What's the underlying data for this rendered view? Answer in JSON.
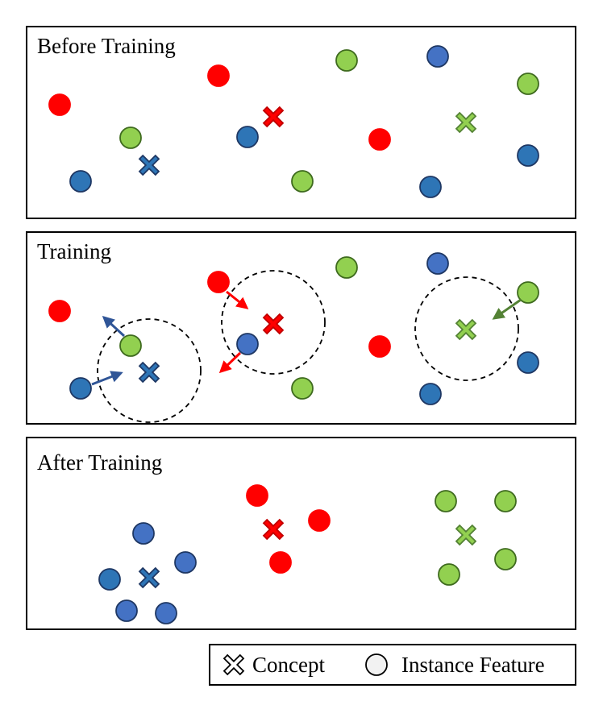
{
  "colors": {
    "red": "#ff0000",
    "blue_light": "#4472c4",
    "blue_dark": "#2e75b6",
    "green": "#92d050",
    "green_stroke": "#548235",
    "blue_stroke": "#1f3864",
    "red_stroke": "#c00000",
    "blue_arrow": "#2f5597",
    "green_arrow": "#548235",
    "red_arrow": "#ff0000"
  },
  "panels": [
    {
      "title": "Before Training"
    },
    {
      "title": "Training"
    },
    {
      "title": "After Training"
    }
  ],
  "legend": {
    "concept_label": "Concept",
    "instance_label": "Instance Feature",
    "concept_icon": "cross-icon",
    "instance_icon": "circle-icon"
  }
}
